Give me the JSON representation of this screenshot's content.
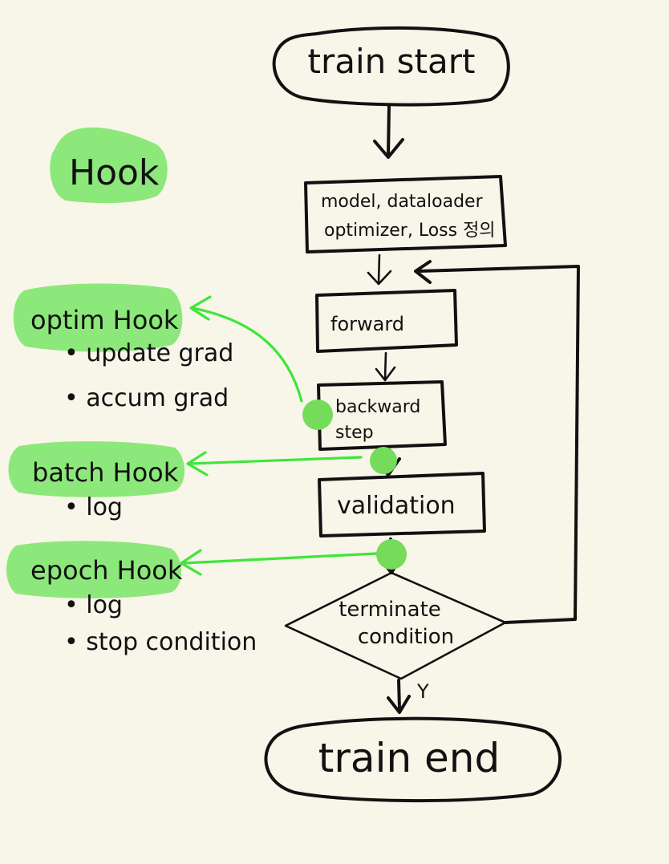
{
  "nodes": {
    "train_start": "train start",
    "setup_line1": "model, dataloader",
    "setup_line2": "optimizer, Loss 정의",
    "forward": "forward",
    "backward_line1": "backward",
    "backward_line2": "step",
    "validation": "validation",
    "terminate_line1": "terminate",
    "terminate_line2": "condition",
    "train_end": "train end"
  },
  "edge_labels": {
    "yes": "Y"
  },
  "hooks": {
    "heading": "Hook",
    "optim": {
      "title": "optim Hook",
      "items": [
        "update grad",
        "accum grad"
      ]
    },
    "batch": {
      "title": "batch Hook",
      "items": [
        "log"
      ]
    },
    "epoch": {
      "title": "epoch Hook",
      "items": [
        "log",
        "stop condition"
      ]
    }
  },
  "colors": {
    "background": "#f8f5e9",
    "ink": "#111111",
    "highlight": "#8ce87a",
    "hook_arrow": "#3ee63a"
  }
}
